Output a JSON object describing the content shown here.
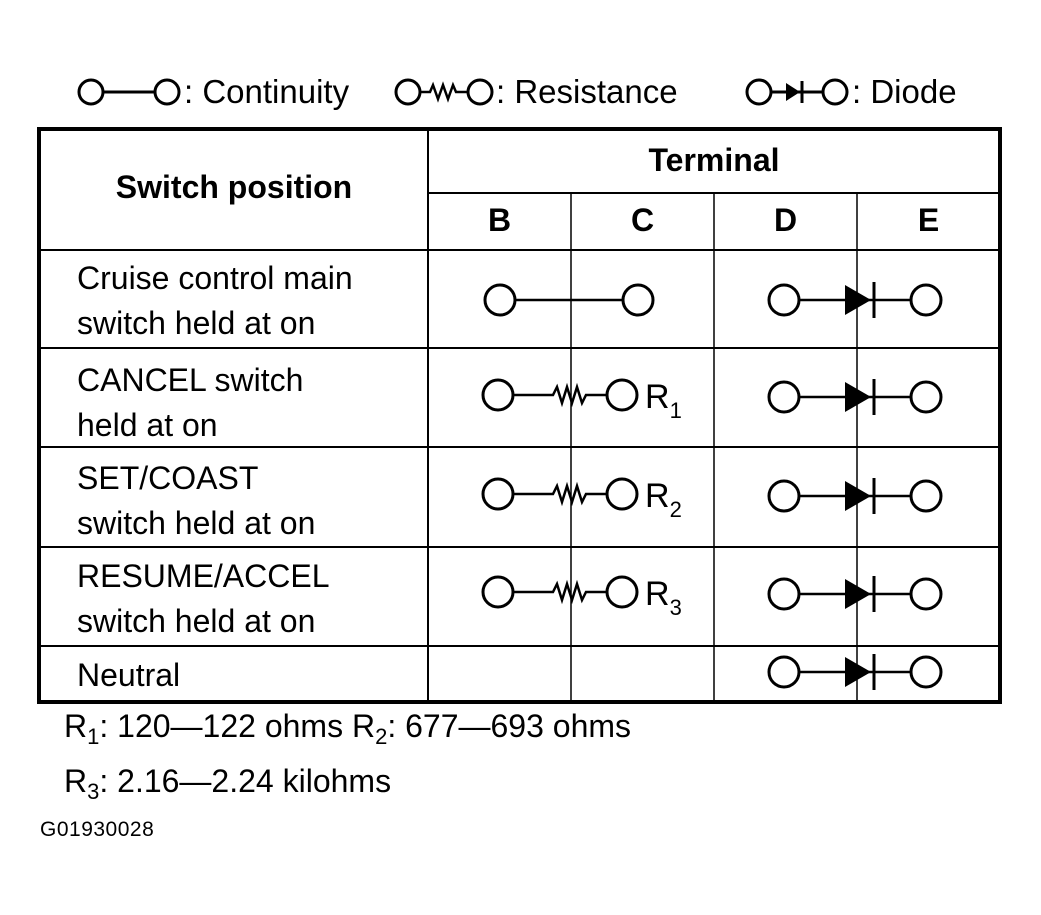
{
  "legend": {
    "continuity": ": Continuity",
    "resistance": ": Resistance",
    "diode": ": Diode"
  },
  "table": {
    "header_switch": "Switch position",
    "header_terminal": "Terminal",
    "terminals": [
      "B",
      "C",
      "D",
      "E"
    ],
    "rows": [
      {
        "line1": "Cruise control main",
        "line2": "switch held at on",
        "bc": "continuity",
        "de": "diode",
        "r_label": ""
      },
      {
        "line1": "CANCEL switch",
        "line2": "held at on",
        "bc": "resistance",
        "de": "diode",
        "r_label": "R",
        "r_sub": "1"
      },
      {
        "line1": "SET/COAST",
        "line2": "switch held at on",
        "bc": "resistance",
        "de": "diode",
        "r_label": "R",
        "r_sub": "2"
      },
      {
        "line1": "RESUME/ACCEL",
        "line2": "switch held at on",
        "bc": "resistance",
        "de": "diode",
        "r_label": "R",
        "r_sub": "3"
      },
      {
        "line1": "Neutral",
        "line2": "",
        "bc": "none",
        "de": "diode",
        "r_label": ""
      }
    ]
  },
  "notes": {
    "r1_sym": "R",
    "r1_sub": "1",
    "r1_text": ": 120—122 ohms",
    "r2_sym": "R",
    "r2_sub": "2",
    "r2_text": ": 677—693 ohms",
    "r3_sym": "R",
    "r3_sub": "3",
    "r3_text": ": 2.16—2.24 kilohms"
  },
  "figure_code": "G01930028"
}
